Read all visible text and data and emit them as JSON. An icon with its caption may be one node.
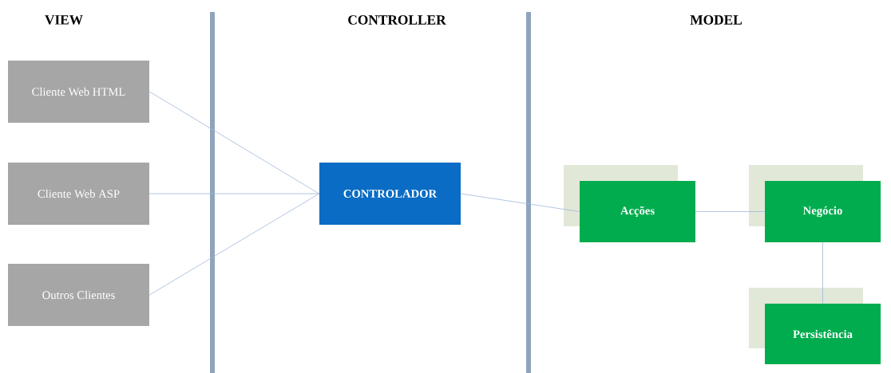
{
  "diagram": {
    "nodes": [
      {
        "text": [
          "Cliente Web HTML"
        ]
      },
      {
        "text": [
          "Cliente Web ASP"
        ]
      },
      {
        "text": [
          "Outros Clientes"
        ]
      },
      {
        "text": [
          "CONTROLADOR"
        ]
      },
      {
        "text": [
          "Acções"
        ]
      },
      {
        "text": [
          "Negócio"
        ]
      },
      {
        "text": [
          "Persistência"
        ]
      }
    ],
    "edges": [
      {
        "from": 0,
        "to": 3,
        "arrow": "none"
      },
      {
        "from": 1,
        "to": 3,
        "arrow": "none"
      },
      {
        "from": 2,
        "to": 3,
        "arrow": "none"
      },
      {
        "from": 3,
        "to": 4,
        "arrow": "none"
      },
      {
        "from": 4,
        "to": 5,
        "arrow": "none"
      },
      {
        "from": 5,
        "to": 6,
        "arrow": "none"
      }
    ],
    "labels": [
      "VIEW",
      "CONTROLLER",
      "MODEL"
    ]
  }
}
